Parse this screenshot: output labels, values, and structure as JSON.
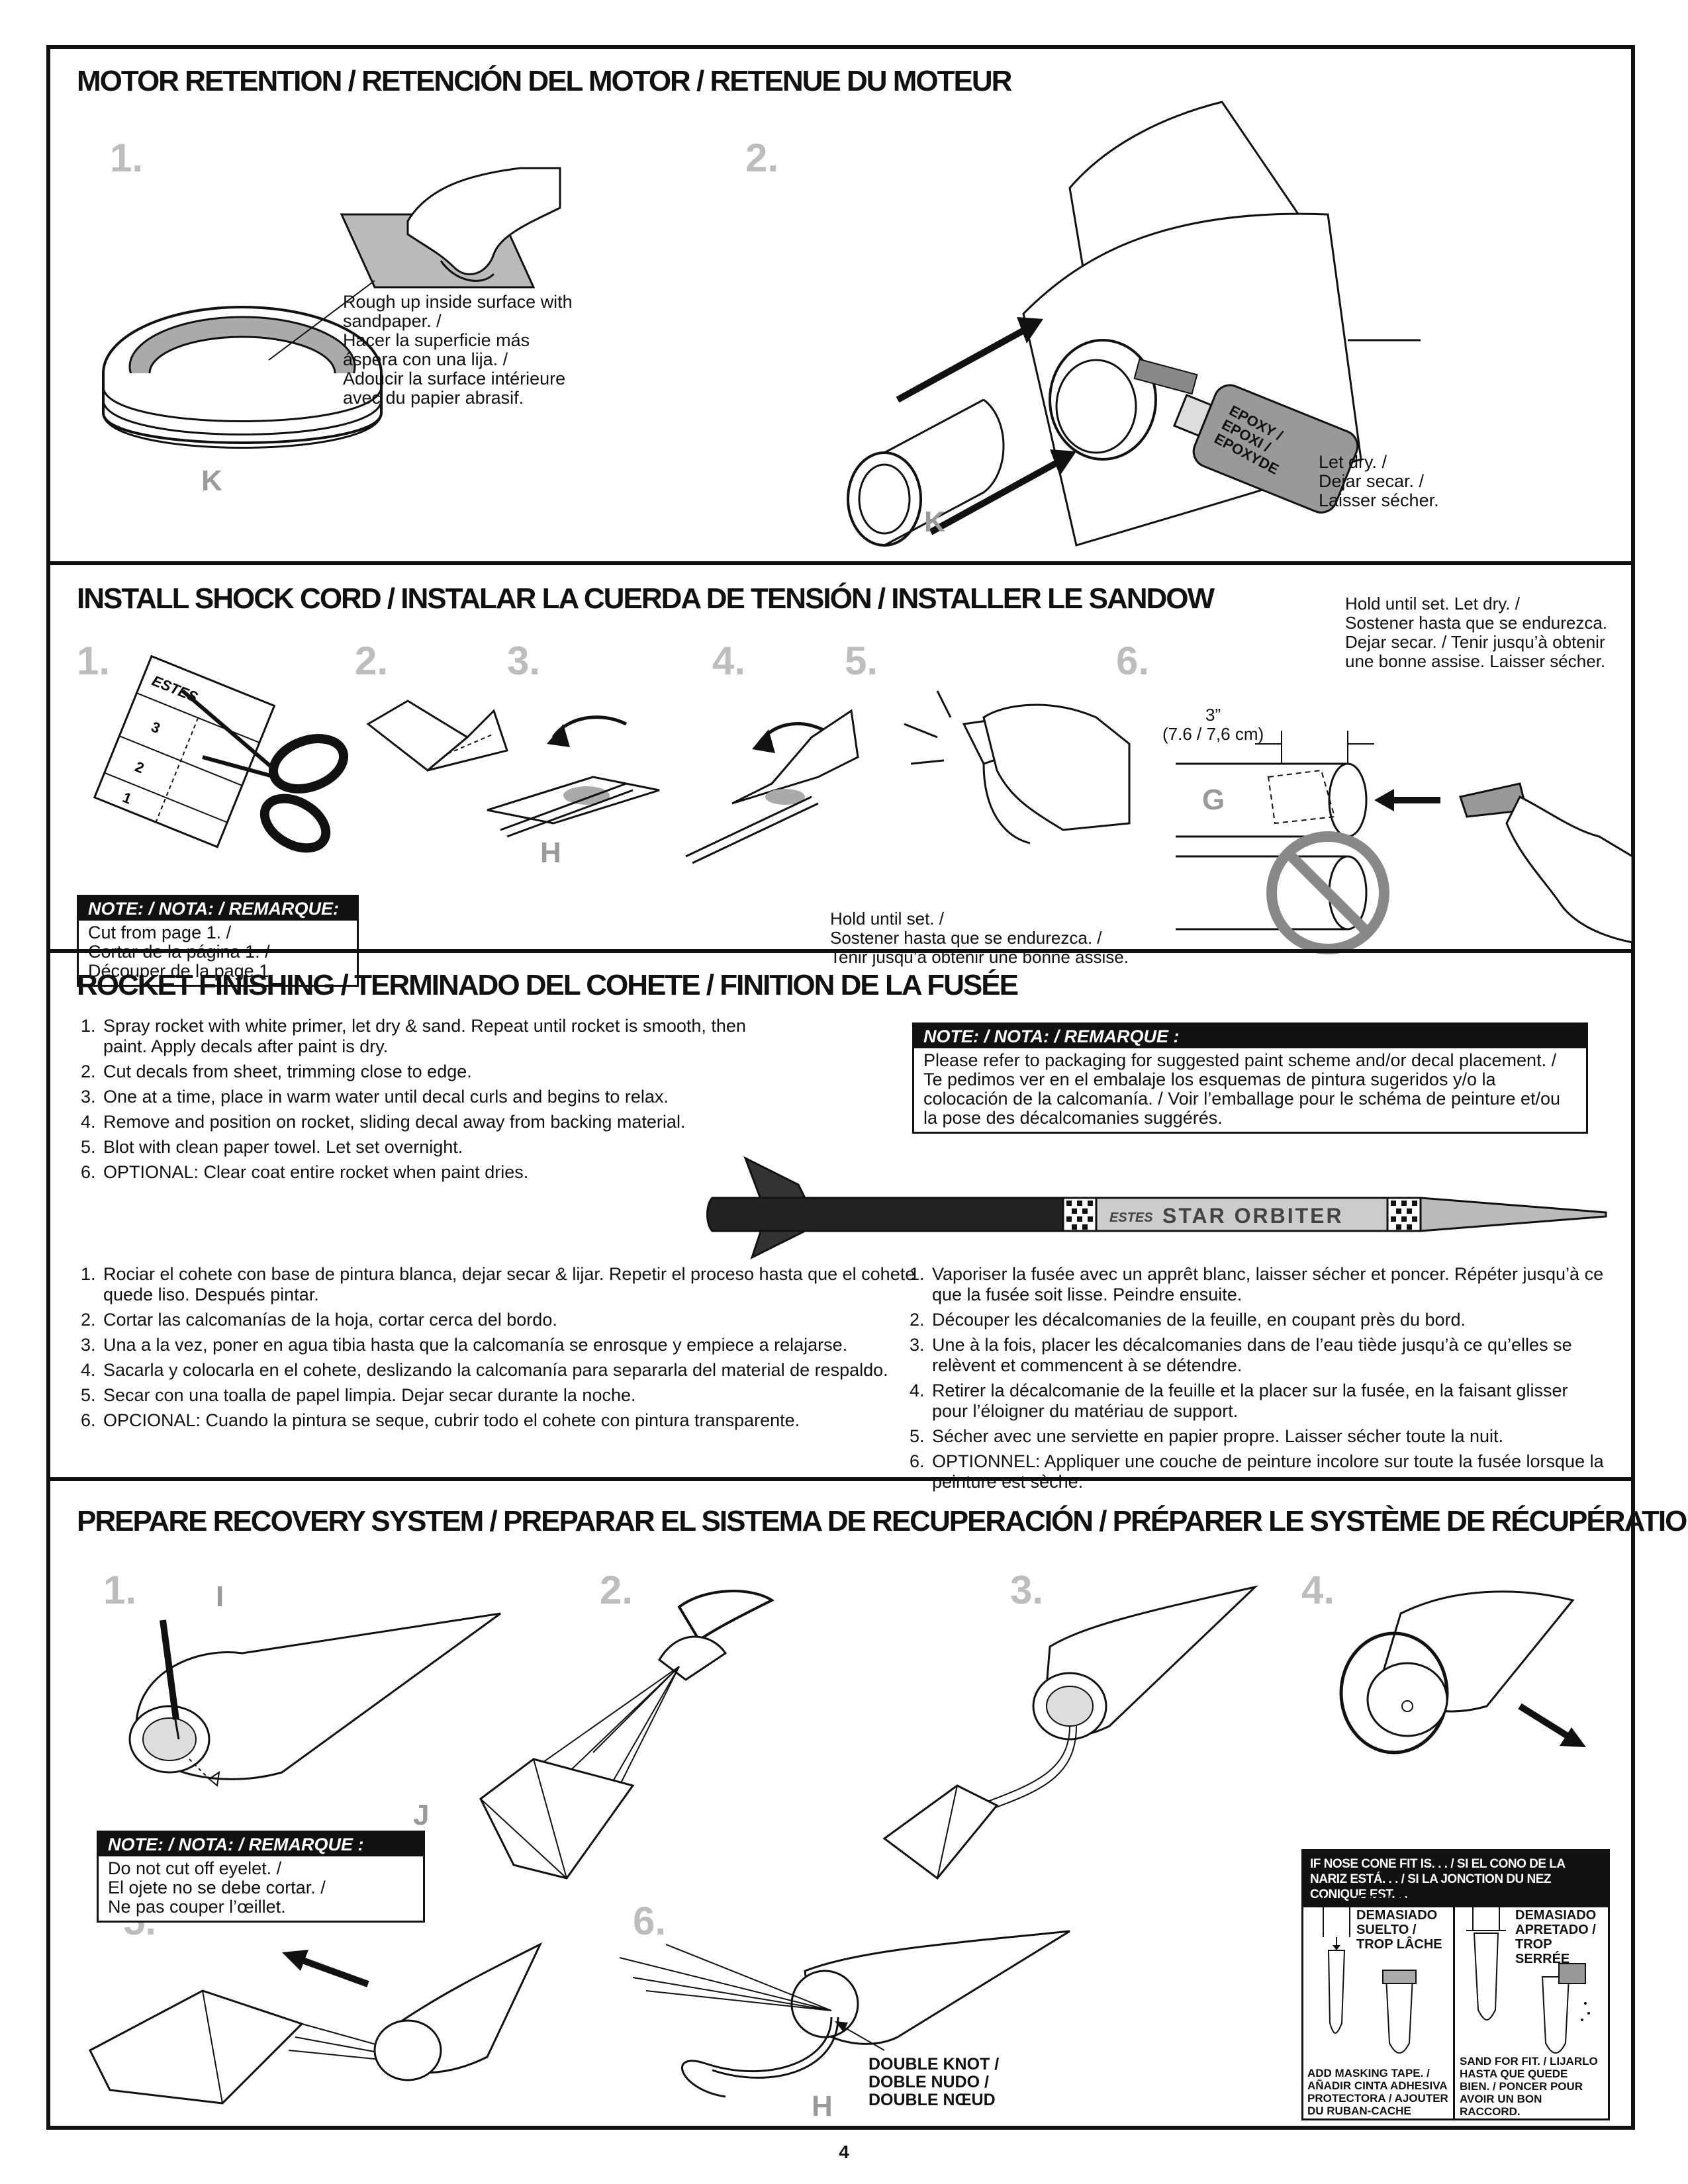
{
  "sections": {
    "motor_retention": {
      "title": "MOTOR RETENTION / RETENCIÓN DEL MOTOR / RETENUE DU MOTEUR",
      "step1": "1.",
      "step2": "2.",
      "caption1": "Rough up inside surface with\nsandpaper. /\nHacer la superficie más\náspera con una lija. /\nAdoucir la surface intérieure\navec du papier abrasif.",
      "label_k1": "K",
      "label_k2": "K",
      "epoxy": "EPOXY /\nEPOXI /\nEPOXYDE",
      "caption2": "Let dry. /\nDejar secar. /\nLaisser sécher."
    },
    "shock_cord": {
      "title": "INSTALL SHOCK CORD / INSTALAR LA CUERDA DE TENSIÓN / INSTALLER LE SANDOW",
      "steps": [
        "1.",
        "2.",
        "3.",
        "4.",
        "5.",
        "6."
      ],
      "template_logo": "ESTES",
      "template_nums": [
        "3",
        "2",
        "1"
      ],
      "label_h": "H",
      "label_g": "G",
      "note_header": "NOTE: / NOTA: / REMARQUE:",
      "note_body": "Cut from page 1. /\nCortar de la página 1. /\nDécouper de la page 1.",
      "hold_caption": "Hold until set. /\nSostener hasta que se endurezca. /\nTenir jusqu’à obtenir une bonne assise.",
      "set_caption": "Hold until set. Let dry. /\nSostener hasta que se endurezca.\nDejar secar. / Tenir jusqu’à obtenir\nune bonne assise. Laisser sécher.",
      "dimension": "3”\n(7.6 / 7,6 cm)"
    },
    "finishing": {
      "title": "ROCKET FINISHING / TERMINADO DEL COHETE / FINITION DE LA FUSÉE",
      "english": [
        "Spray rocket with white primer, let dry & sand. Repeat until rocket is smooth, then paint. Apply decals after paint is dry.",
        "Cut decals from sheet, trimming close to edge.",
        "One at a time, place in warm water until decal curls and begins to relax.",
        "Remove and position on rocket, sliding decal away from backing material.",
        "Blot with clean paper towel. Let set overnight.",
        "OPTIONAL: Clear coat entire rocket when paint dries."
      ],
      "note_header": "NOTE: / NOTA: / REMARQUE :",
      "note_body": "Please refer to packaging for suggested paint scheme and/or decal placement. /\nTe pedimos ver en el embalaje los esquemas de pintura sugeridos y/o la\ncolocación de la calcomanía. / Voir l’emballage pour le schéma de peinture et/ou\nla pose des décalcomanies suggérés.",
      "rocket_logo": "ESTES",
      "rocket_name": "STAR ORBITER",
      "spanish": [
        "Rociar el cohete con base de pintura blanca, dejar secar & lijar. Repetir el proceso hasta que el cohete quede liso. Después pintar.",
        "Cortar las calcomanías de la hoja, cortar cerca del bordo.",
        "Una a la vez, poner en agua tibia hasta que la calcomanía se enrosque y empiece a relajarse.",
        "Sacarla y colocarla en el cohete, deslizando la calcomanía para separarla del material de respaldo.",
        "Secar con una toalla de papel limpia. Dejar secar durante la noche.",
        "OPCIONAL: Cuando la pintura se seque, cubrir todo el cohete con pintura transparente."
      ],
      "french": [
        "Vaporiser la fusée avec un apprêt blanc, laisser sécher et poncer. Répéter jusqu’à ce que la fusée soit lisse. Peindre ensuite.",
        "Découper les décalcomanies de la feuille, en coupant près du bord.",
        "Une à la fois, placer les décalcomanies dans de l’eau tiède jusqu’à ce qu’elles se relèvent et commencent à se détendre.",
        "Retirer la décalcomanie de la feuille et la placer sur la fusée, en la faisant glisser pour l’éloigner du matériau de support.",
        "Sécher avec une serviette en papier propre. Laisser sécher toute la nuit.",
        "OPTIONNEL: Appliquer une couche de peinture incolore sur toute la fusée lorsque la peinture est sèche."
      ]
    },
    "recovery": {
      "title": "PREPARE RECOVERY SYSTEM / PREPARAR EL SISTEMA DE RECUPERACIÓN / PRÉPARER LE SYSTÈME DE RÉCUPÉRATION",
      "steps": [
        "1.",
        "2.",
        "3.",
        "4.",
        "5.",
        "6."
      ],
      "label_i": "I",
      "label_j": "J",
      "label_h": "H",
      "note_header": "NOTE: / NOTA: / REMARQUE :",
      "note_body": "Do not cut off eyelet. /\nEl ojete no se debe cortar. /\nNe pas couper l’œillet.",
      "knot": "DOUBLE KNOT /\nDOBLE NUDO /\nDOUBLE NŒUD",
      "fit_header": "IF NOSE CONE FIT IS. . . / SI EL CONO DE LA NARIZ ESTÁ. . . / SI LA JONCTION DU NEZ CONIQUE EST. . .",
      "loose": "TOO LOOSE /\nDEMASIADO\nSUELTO /\nTROP LÂCHE",
      "tight": "TOO TIGHT /\nDEMASIADO\nAPRETADO /\nTROP\nSERRÉE",
      "loose_fix": "ADD MASKING TAPE. /\nAÑADIR CINTA ADHESIVA\nPROTECTORA / AJOUTER\nDU RUBAN-CACHE",
      "tight_fix": "SAND FOR FIT. / LIJARLO\nHASTA QUE QUEDE\nBIEN. / PONCER POUR\nAVOIR UN BON\nRACCORD."
    }
  },
  "page_number": "4",
  "colors": {
    "ink": "#111111",
    "step_gray": "#bdbdbd",
    "letter_gray": "#9a9a9a",
    "prohibit_gray": "#888888"
  }
}
